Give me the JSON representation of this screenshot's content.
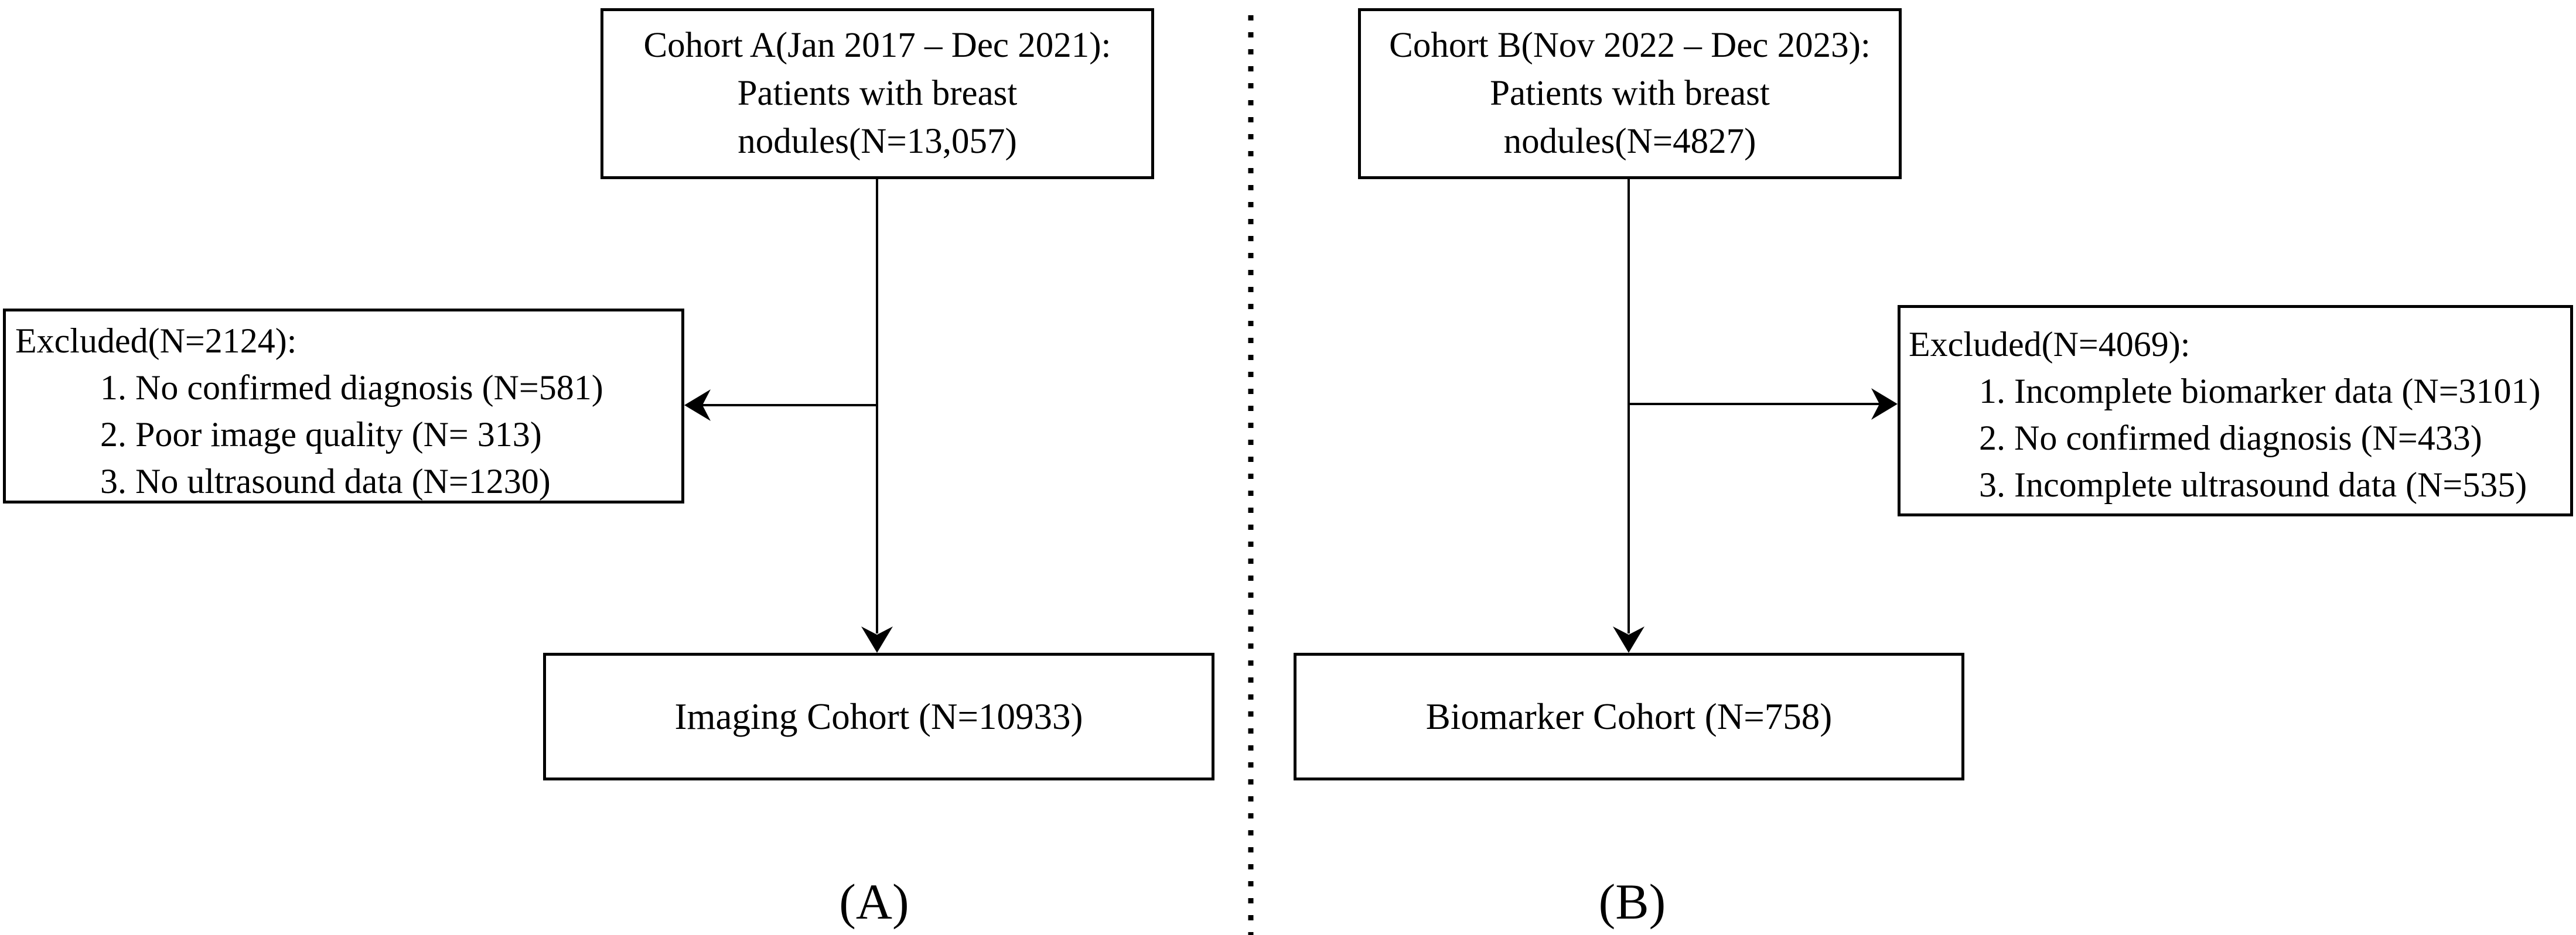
{
  "colors": {
    "background": "#ffffff",
    "line": "#000000",
    "text": "#000000"
  },
  "panel_a": {
    "label": "(A)",
    "source_box": {
      "lines": [
        "Cohort A(Jan 2017 – Dec 2021):",
        "Patients with breast",
        "nodules(N=13,057)"
      ]
    },
    "excluded_box": {
      "title": "Excluded(N=2124):",
      "items": [
        "1. No confirmed diagnosis (N=581)",
        "2. Poor image quality (N= 313)",
        "3. No ultrasound data (N=1230)"
      ]
    },
    "result_box": {
      "label": "Imaging Cohort (N=10933)"
    }
  },
  "panel_b": {
    "label": "(B)",
    "source_box": {
      "lines": [
        "Cohort B(Nov 2022 – Dec 2023):",
        "Patients with breast",
        "nodules(N=4827)"
      ]
    },
    "excluded_box": {
      "title": "Excluded(N=4069):",
      "items": [
        "1. Incomplete biomarker data (N=3101)",
        "2. No confirmed diagnosis (N=433)",
        "3. Incomplete ultrasound data (N=535)"
      ]
    },
    "result_box": {
      "label": "Biomarker Cohort (N=758)"
    }
  }
}
